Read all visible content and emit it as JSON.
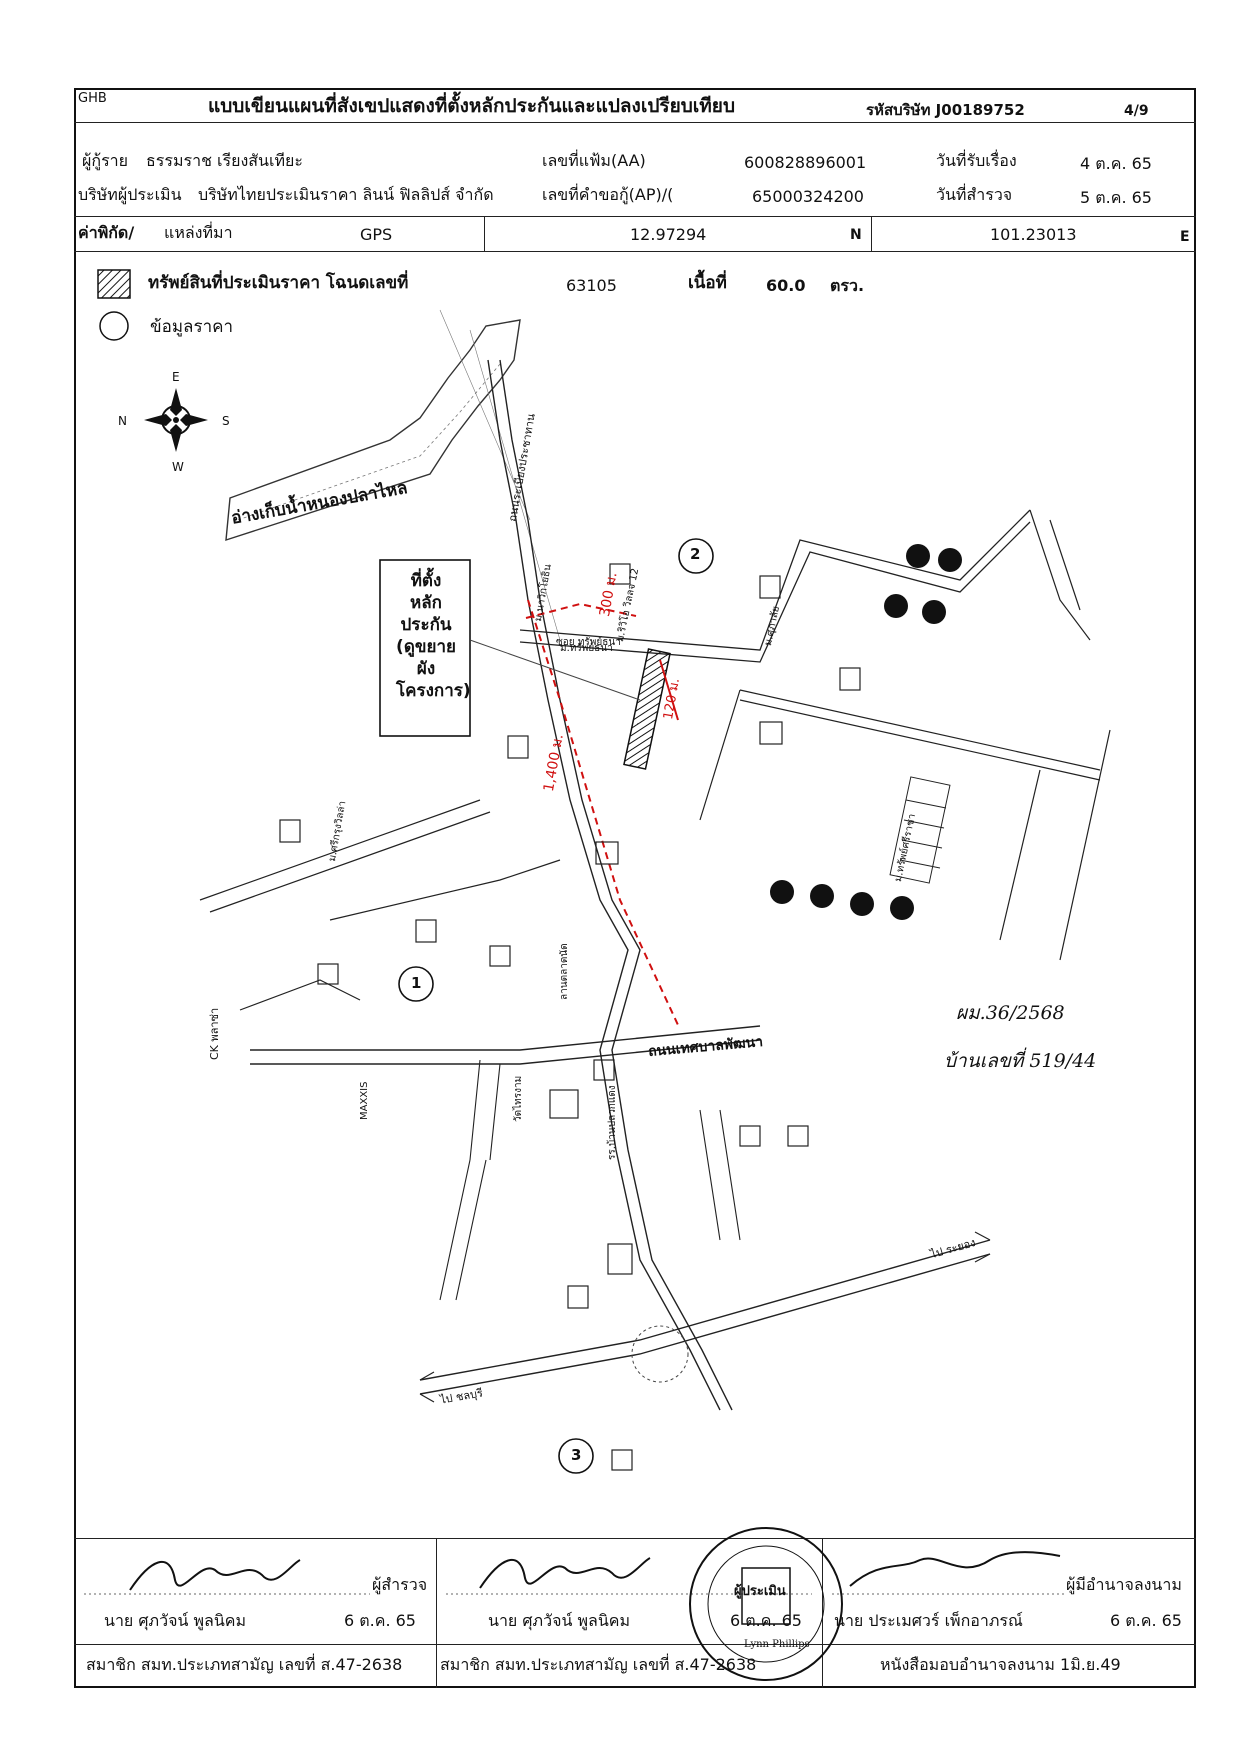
{
  "header": {
    "ghb": "GHB",
    "title": "แบบเขียนแผนที่สังเขปแสดงที่ตั้งหลักประกันและแปลงเปรียบเทียบ",
    "company_code": "รหัสบริษัท J00189752",
    "page": "4/9"
  },
  "info": {
    "borrower_label": "ผู้กู้ราย",
    "borrower_name": "ธรรมราช  เรียงสันเทียะ",
    "file_no_label": "เลขที่แฟ้ม(AA)",
    "file_no": "600828896001",
    "received_label": "วันที่รับเรื่อง",
    "received_date": "4 ต.ค. 65",
    "appraiser_label": "บริษัทผู้ประเมิน",
    "appraiser_name": "บริษัทไทยประเมินราคา ลินน์ ฟิลลิปส์ จำกัด",
    "loan_no_label": "เลขที่คำขอกู้(AP)/(",
    "loan_no": "65000324200",
    "survey_label": "วันที่สำรวจ",
    "survey_date": "5 ต.ค. 65"
  },
  "coords": {
    "label": "ค่าพิกัด/",
    "source_label": "แหล่งที่มา",
    "source": "GPS",
    "lat": "12.97294",
    "lat_dir": "N",
    "lon": "101.23013",
    "lon_dir": "E"
  },
  "legend": {
    "asset_label": "ทรัพย์สินที่ประเมินราคา โฉนดเลขที่",
    "deed_no": "63105",
    "area_label": "เนื้อที่",
    "area": "60.0",
    "area_unit": "ตรว.",
    "price_label": "ข้อมูลราคา"
  },
  "map": {
    "compass": [
      "N",
      "E",
      "S",
      "W"
    ],
    "reservoir": "อ่างเก็บน้ำหนองปลาไหล",
    "collateral_box": "ที่ตั้งหลักประกัน (ดูขยายผังโครงการ)",
    "distance_1": "1,400 ม.",
    "distance_2": "300 ม.",
    "distance_3": "120 ม.",
    "road_main": "ถนนเทศบาลพัฒนา",
    "road_north": "ถนนระเบียงประชาทาน",
    "road_rayong": "ไป ระยอง",
    "road_chonburi": "ไป ชลบุรี",
    "markers": [
      "1",
      "2",
      "3"
    ],
    "village_labels": [
      "ม.ริวิโอ วิลลจ 12",
      "ม.นาวิกโยธิน",
      "ม.ศุภาลัย",
      "ม.ทรัพย์ธนา",
      "ม.ศรีกรุงวิลล่า",
      "ม.ทรัพย์ศรีราชา",
      "ซอย ทรัพย์ธนา"
    ],
    "landmarks": [
      "CK พลาซ่า",
      "MAXXIS",
      "วัดไทรงาม",
      "รร.บ้านปลวกแดง",
      "ลานตลาดนัด"
    ],
    "handwritten_1": "ผม.36/2568",
    "handwritten_2": "บ้านเลขที่ 519/44"
  },
  "signatures": {
    "col1_role": "ผู้สำรวจ",
    "col1_name": "นาย ศุภวัจน์  พูลนิคม",
    "col1_date": "6 ต.ค. 65",
    "col1_member": "สมาชิก สมท.ประเภทสามัญ เลขที่ ส.47-2638",
    "col2_name": "นาย ศุภวัจน์  พูลนิคม",
    "col2_date": "6 ต.ค. 65",
    "col2_member": "สมาชิก สมท.ประเภทสามัญ เลขที่ ส.47-2638",
    "col3_role": "ผู้มีอำนาจลงนาม",
    "col3_name": "นาย ประเมศวร์  เพ็กอาภรณ์",
    "col3_date": "6 ต.ค. 65",
    "col3_member": "หนังสือมอบอำนาจลงนาม  1มิ.ย.49",
    "stamp_text": "ผู้ประเมิน",
    "stamp_company": "Lynn Phillips"
  }
}
